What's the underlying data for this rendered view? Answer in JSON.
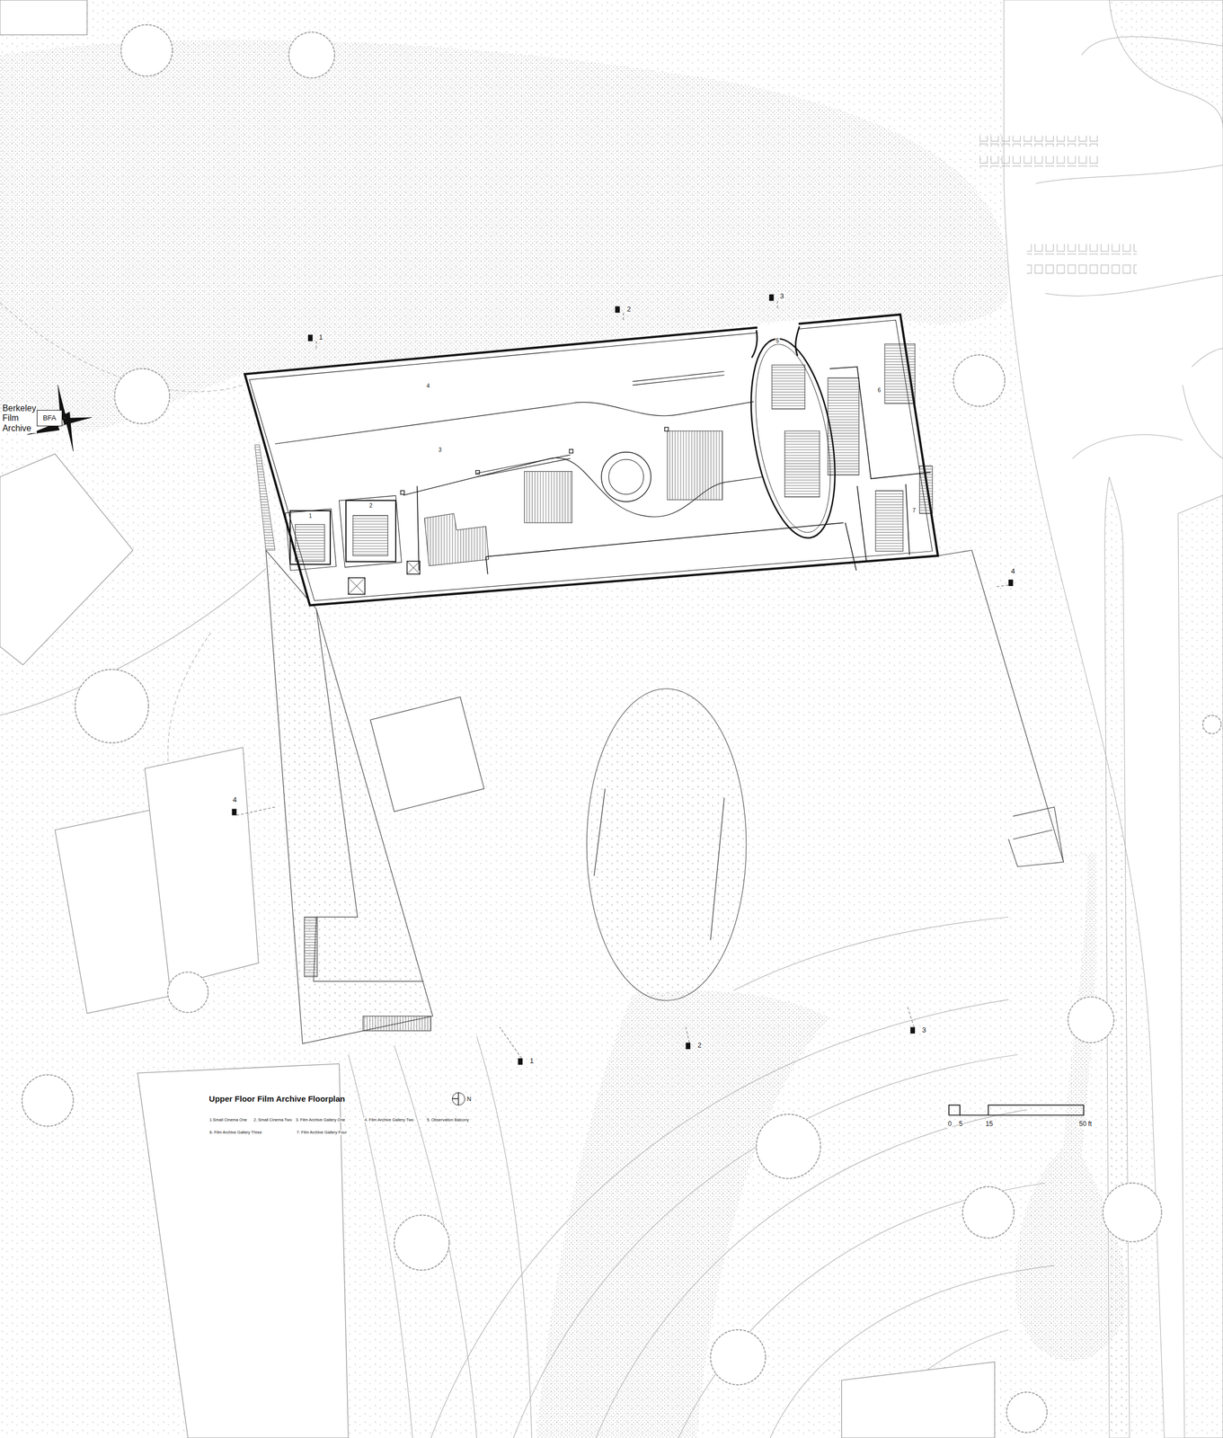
{
  "diagram": {
    "title": "Upper Floor Film Archive Floorplan",
    "nodes": [
      {
        "text": [
          "BFA"
        ]
      },
      {
        "text": [
          "1"
        ]
      },
      {
        "text": [
          "2"
        ]
      },
      {
        "text": [
          "N"
        ]
      }
    ],
    "labels": [
      "Berkeley Film Archive",
      "4",
      "3",
      "5",
      "6",
      "7",
      "1",
      "2",
      "3",
      "4",
      "4",
      "1",
      "2",
      "3",
      "1.Small Cinema One",
      "2. Small Cinema Two",
      "3. Film Archive Gallery One",
      "4. Film Archive Gallery Two",
      "5. Observation Balcony",
      "6. Film Archive Gallery Three",
      "7. Film Archive Gallery Four",
      "0",
      "5",
      "15",
      "50 ft"
    ]
  }
}
